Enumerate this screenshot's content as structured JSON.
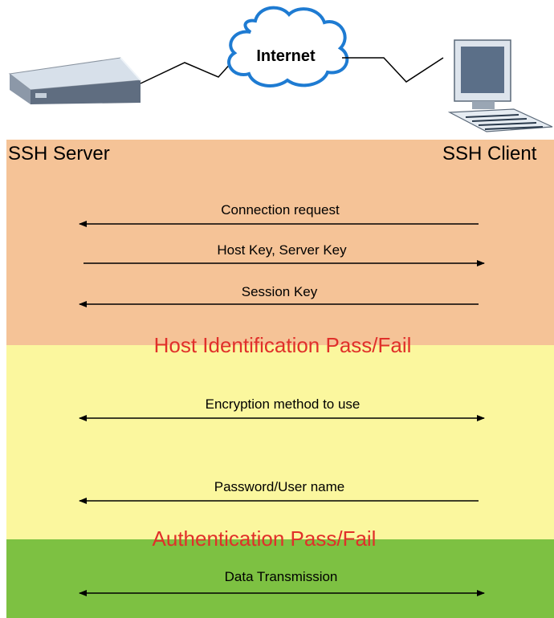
{
  "network": {
    "cloud_label": "Internet"
  },
  "labels": {
    "server": "SSH Server",
    "client": "SSH Client"
  },
  "phases": [
    {
      "id": "host",
      "color": "#f5c397",
      "status": "Host Identification Pass/Fail"
    },
    {
      "id": "auth",
      "color": "#fbf79e",
      "status": "Authentication Pass/Fail"
    },
    {
      "id": "data",
      "color": "#7dc142"
    }
  ],
  "messages": [
    {
      "text": "Connection request",
      "direction": "client-to-server"
    },
    {
      "text": "Host Key, Server Key",
      "direction": "server-to-client"
    },
    {
      "text": "Session Key",
      "direction": "client-to-server"
    },
    {
      "text": "Encryption method to use",
      "direction": "both"
    },
    {
      "text": "Password/User name",
      "direction": "client-to-server"
    },
    {
      "text": "Data Transmission",
      "direction": "both"
    }
  ],
  "colors": {
    "status_text": "#e0302a",
    "arrow": "#000000"
  }
}
